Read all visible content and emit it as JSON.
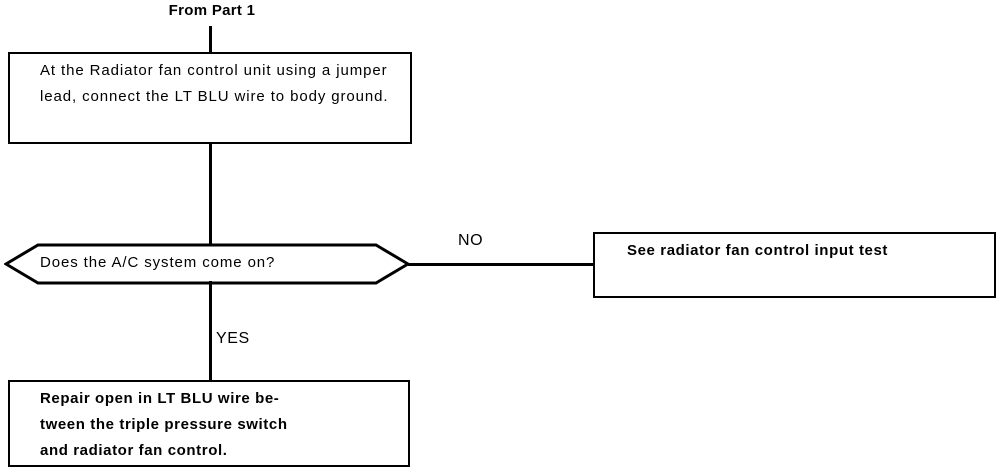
{
  "diagram": {
    "title": "From Part 1",
    "nodes": {
      "instruction_box": {
        "type": "process",
        "text": "At the Radiator fan control unit using a jumper lead, connect the LT BLU wire to body ground."
      },
      "decision": {
        "type": "decision",
        "text": "Does the A/C system come on?"
      },
      "no_result_box": {
        "type": "process",
        "text": "See  radiator  fan  control  input test"
      },
      "yes_result_box": {
        "type": "process",
        "text": "Repair open in LT BLU wire be-\ntween the triple pressure switch\nand radiator fan control."
      }
    },
    "branches": {
      "no_label": "NO",
      "yes_label": "YES"
    },
    "colors": {
      "stroke": "#000000",
      "background": "#ffffff",
      "text": "#000000"
    }
  }
}
